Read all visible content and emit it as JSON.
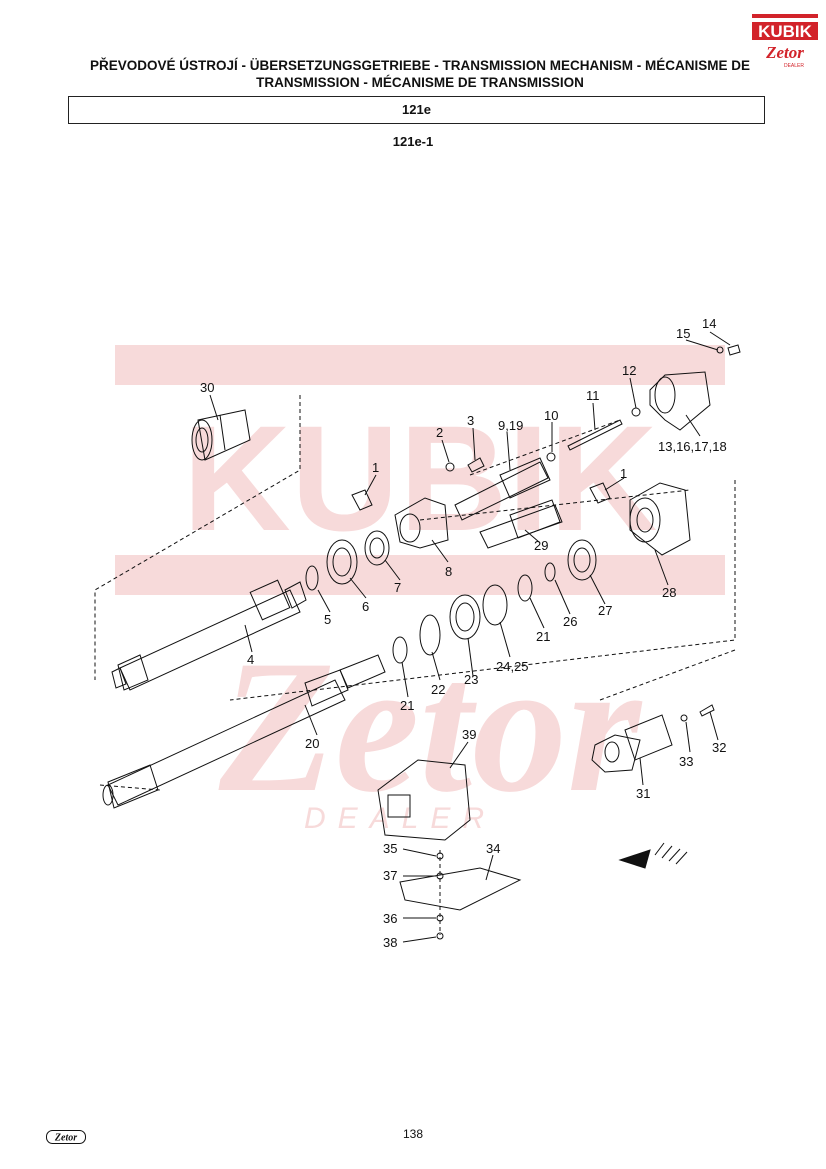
{
  "header": {
    "title_line1": "PŘEVODOVÉ ÚSTROJÍ - ÜBERSETZUNGSGETRIEBE - TRANSMISSION MECHANISM - MÉCANISME DE",
    "title_line2": "TRANSMISSION - MÉCANISME DE TRANSMISSION",
    "section": "121e",
    "subsection": "121e-1"
  },
  "logo": {
    "line1": "KUBIK",
    "line2": "Zetor",
    "line3": "DEALER"
  },
  "watermark": {
    "line1": "KUBIK",
    "line2": "Zetor",
    "line3": "DEALER"
  },
  "diagram": {
    "labels": [
      {
        "id": "p1a",
        "text": "1"
      },
      {
        "id": "p1b",
        "text": "1"
      },
      {
        "id": "p2",
        "text": "2"
      },
      {
        "id": "p3",
        "text": "3"
      },
      {
        "id": "p4",
        "text": "4"
      },
      {
        "id": "p5",
        "text": "5"
      },
      {
        "id": "p6",
        "text": "6"
      },
      {
        "id": "p7",
        "text": "7"
      },
      {
        "id": "p8",
        "text": "8"
      },
      {
        "id": "p919",
        "text": "9,19"
      },
      {
        "id": "p10",
        "text": "10"
      },
      {
        "id": "p11",
        "text": "11"
      },
      {
        "id": "p12",
        "text": "12"
      },
      {
        "id": "p13",
        "text": "13,16,17,18"
      },
      {
        "id": "p14",
        "text": "14"
      },
      {
        "id": "p15",
        "text": "15"
      },
      {
        "id": "p20",
        "text": "20"
      },
      {
        "id": "p21a",
        "text": "21"
      },
      {
        "id": "p21b",
        "text": "21"
      },
      {
        "id": "p22",
        "text": "22"
      },
      {
        "id": "p23",
        "text": "23"
      },
      {
        "id": "p2425",
        "text": "24,25"
      },
      {
        "id": "p26",
        "text": "26"
      },
      {
        "id": "p27",
        "text": "27"
      },
      {
        "id": "p28",
        "text": "28"
      },
      {
        "id": "p29",
        "text": "29"
      },
      {
        "id": "p30",
        "text": "30"
      },
      {
        "id": "p31",
        "text": "31"
      },
      {
        "id": "p32",
        "text": "32"
      },
      {
        "id": "p33",
        "text": "33"
      },
      {
        "id": "p34",
        "text": "34"
      },
      {
        "id": "p35",
        "text": "35"
      },
      {
        "id": "p36",
        "text": "36"
      },
      {
        "id": "p37",
        "text": "37"
      },
      {
        "id": "p38",
        "text": "38"
      },
      {
        "id": "p39",
        "text": "39"
      }
    ]
  },
  "footer": {
    "page_number": "138",
    "logo_text": "Zetor"
  },
  "colors": {
    "logo_red": "#d2232a",
    "watermark": "#f7dada",
    "ink": "#111111"
  }
}
